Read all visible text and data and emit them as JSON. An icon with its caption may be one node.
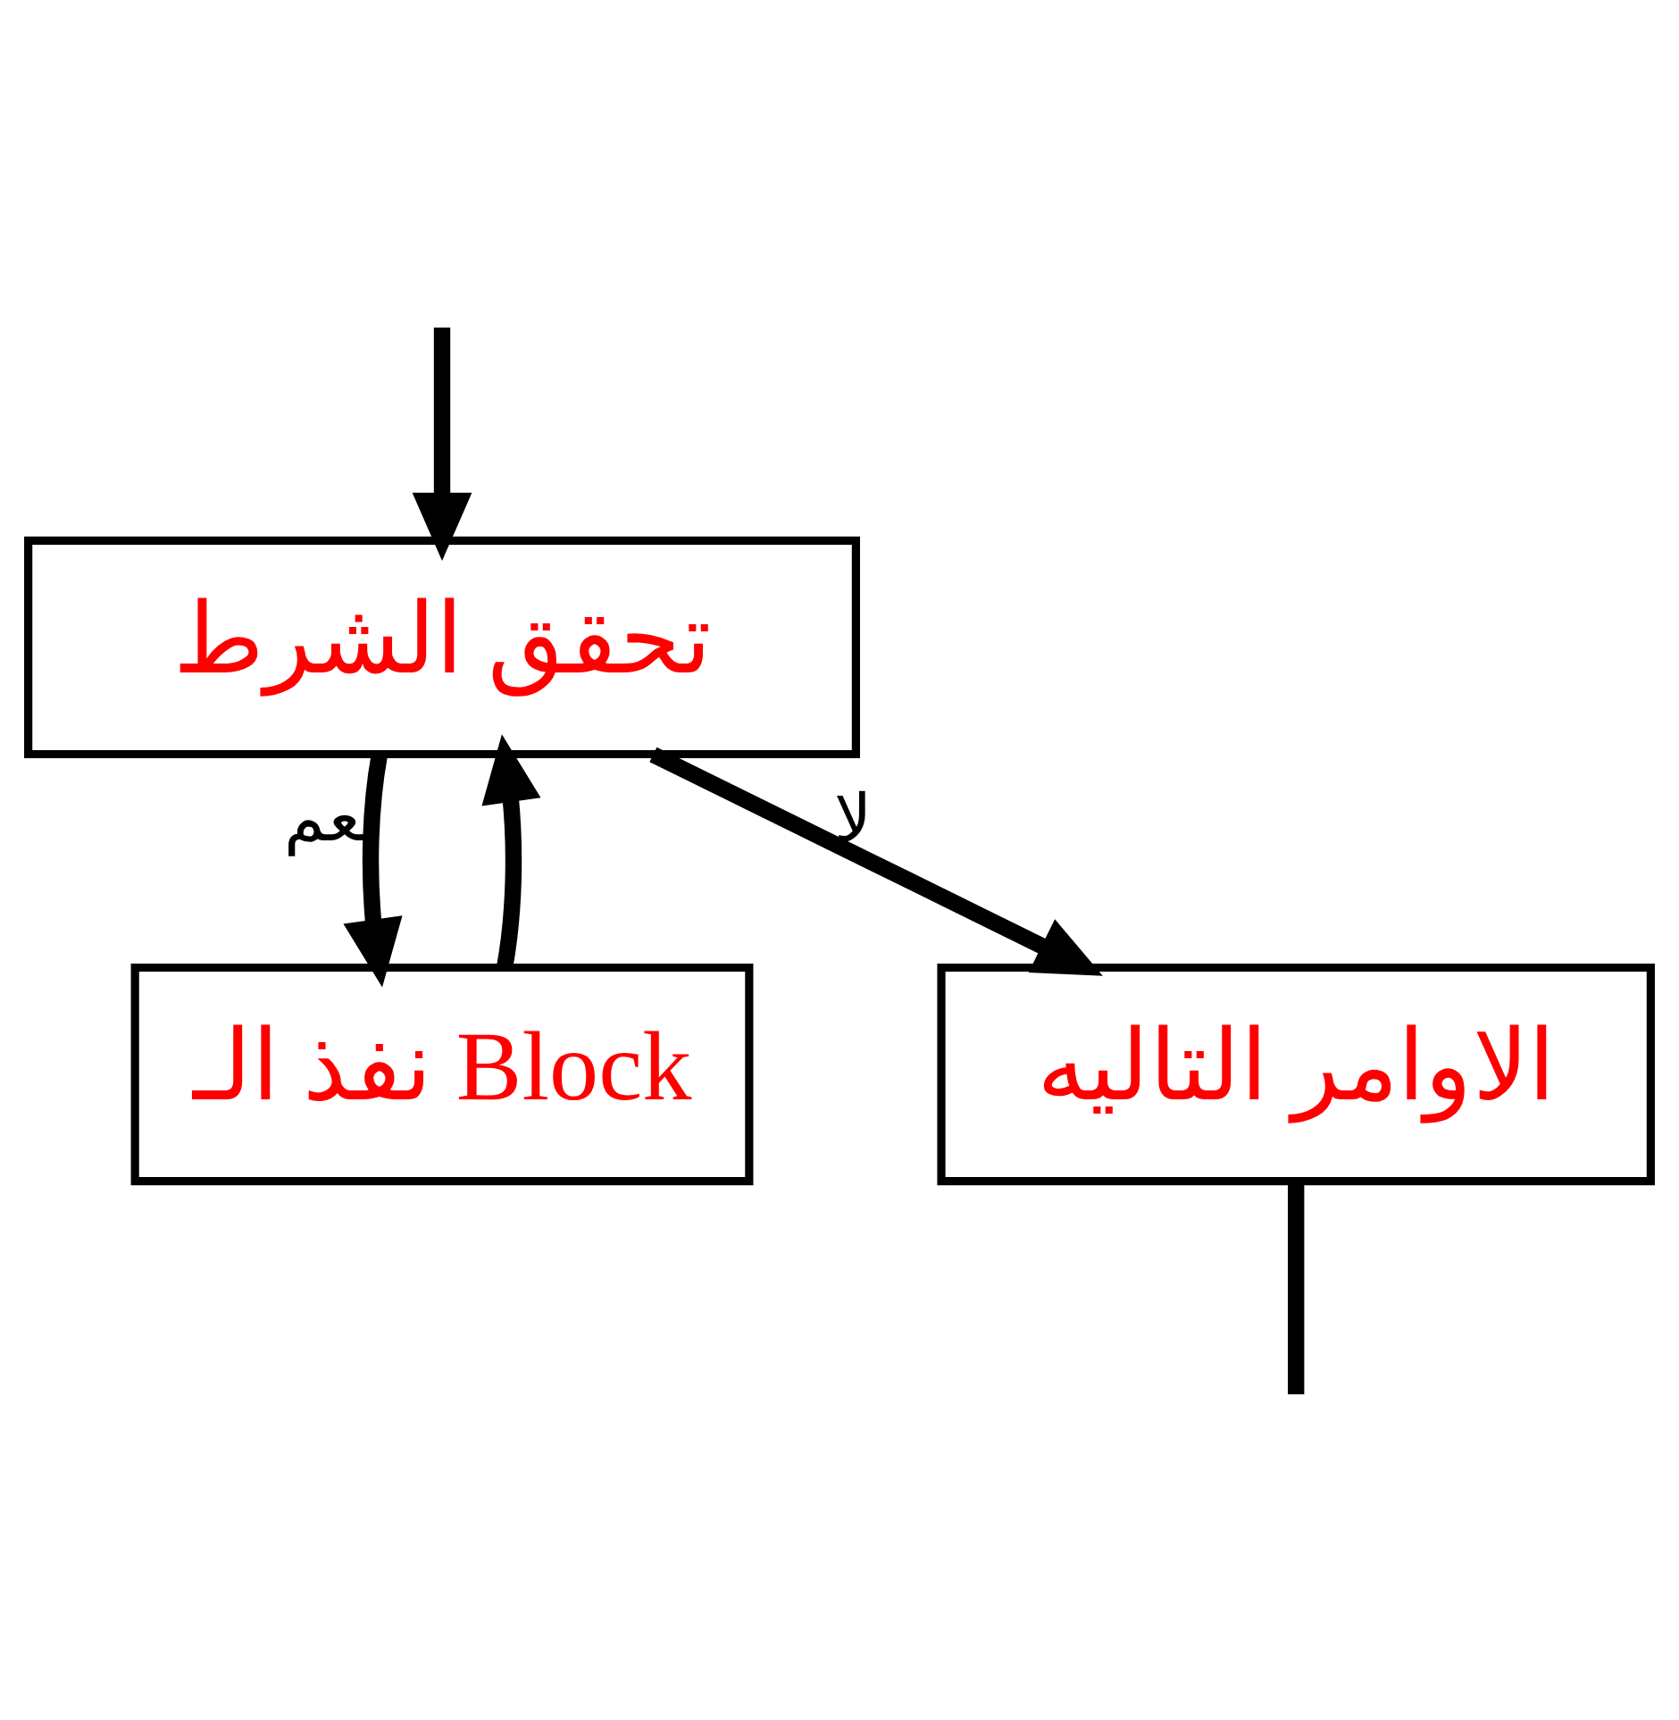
{
  "diagram": {
    "nodes": [
      {
        "text": [
          "تحقق الشرط"
        ]
      },
      {
        "text": [
          "نفذ الـ Block"
        ]
      },
      {
        "text": [
          "الاوامر التاليه"
        ]
      }
    ],
    "edges": [
      {
        "from": null,
        "to": 0,
        "arrow": "to"
      },
      {
        "from": 0,
        "to": 1,
        "arrow": "to",
        "label": "نعم"
      },
      {
        "from": 1,
        "to": 0,
        "arrow": "to"
      },
      {
        "from": 0,
        "to": 2,
        "arrow": "to",
        "label": "لا"
      },
      {
        "from": 2,
        "to": null,
        "arrow": "none"
      }
    ]
  }
}
